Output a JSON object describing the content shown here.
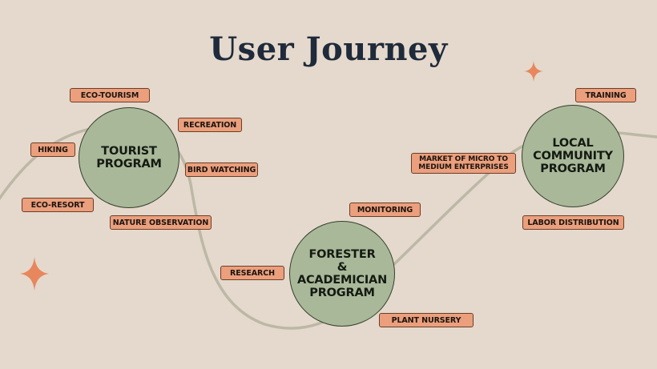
{
  "title": "User Journey",
  "nodes": [
    {
      "id": "tourist",
      "label": "TOURIST\nPROGRAM"
    },
    {
      "id": "forester",
      "label": "FORESTER\n&\nACADEMICIAN\nPROGRAM"
    },
    {
      "id": "community",
      "label": "LOCAL\nCOMMUNITY\nPROGRAM"
    }
  ],
  "tags": {
    "eco_tourism": "ECO-TOURISM",
    "recreation": "RECREATION",
    "hiking": "HIKING",
    "bird_watching": "BIRD WATCHING",
    "eco_resort": "ECO-RESORT",
    "nature_observation": "NATURE OBSERVATION",
    "monitoring": "MONITORING",
    "research": "RESEARCH",
    "plant_nursery": "PLANT NURSERY",
    "training": "TRAINING",
    "market": "MARKET OF MICRO TO\nMEDIUM ENTERPRISES",
    "labor_distribution": "LABOR DISTRIBUTION"
  },
  "colors": {
    "background": "#e4d9cc",
    "node_fill": "#a9b898",
    "tag_fill": "#eb9f7c",
    "path_stroke": "#bdb8a6",
    "sparkle": "#e8875d",
    "title": "#1f2a3a"
  }
}
